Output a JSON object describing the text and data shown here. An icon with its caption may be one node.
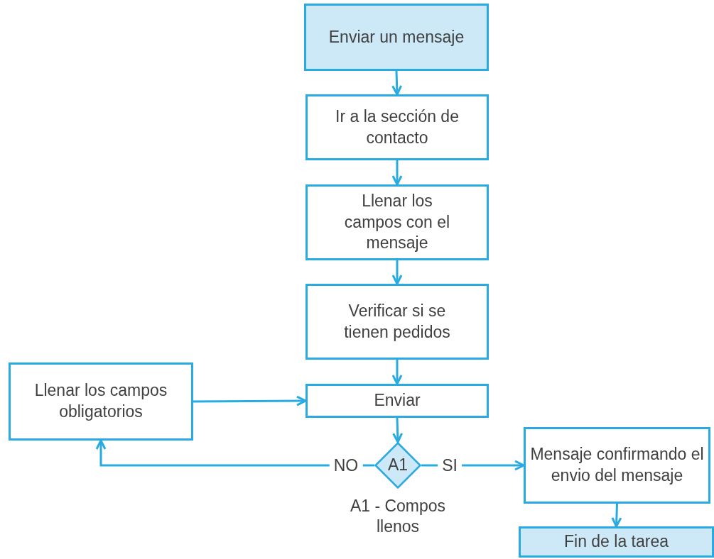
{
  "diagram": {
    "nodes": [
      {
        "text": [
          "Enviar un mensaje"
        ]
      },
      {
        "text": [
          "Ir a la sección de contacto"
        ]
      },
      {
        "text": [
          "Llenar los campos con el mensaje"
        ]
      },
      {
        "text": [
          "Verificar si se tienen pedidos"
        ]
      },
      {
        "text": [
          "Llenar los campos obligatorios"
        ]
      },
      {
        "text": [
          "Enviar"
        ]
      },
      {
        "text": [
          "A1"
        ],
        "beside": [
          "A1 - Compos llenos"
        ]
      },
      {
        "text": [
          "Mensaje confirmando el envio del mensaje"
        ]
      },
      {
        "text": [
          "Fin de la tarea"
        ]
      }
    ],
    "edges": [
      {
        "from": 0,
        "to": 1,
        "arrow": "to"
      },
      {
        "from": 1,
        "to": 2,
        "arrow": "to"
      },
      {
        "from": 2,
        "to": 3,
        "arrow": "to"
      },
      {
        "from": 3,
        "to": 5,
        "arrow": "to"
      },
      {
        "from": 4,
        "to": 5,
        "arrow": "to"
      },
      {
        "from": 5,
        "to": 6,
        "arrow": "to"
      },
      {
        "from": 6,
        "to": 4,
        "arrow": "to",
        "label": "NO"
      },
      {
        "from": 6,
        "to": 7,
        "arrow": "to",
        "label": "SI"
      },
      {
        "from": 7,
        "to": 8,
        "arrow": "to"
      }
    ]
  }
}
